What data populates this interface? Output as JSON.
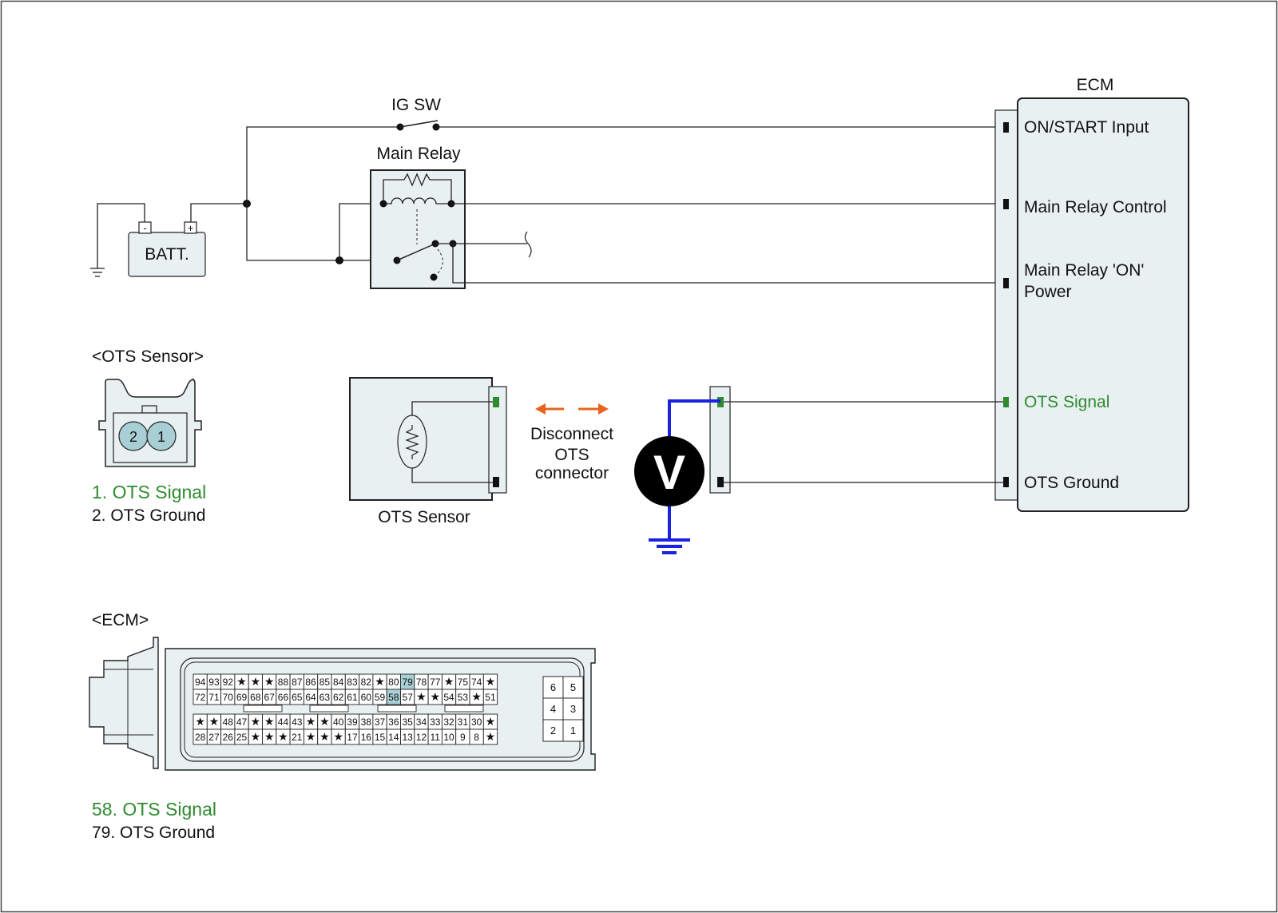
{
  "colors": {
    "signal_green": "#2e8b2e",
    "meter_wire_blue": "#1a22e0",
    "arrow_orange": "#e8641e",
    "box_fill": "#e9f0f2",
    "highlight_pin": "#a9cfd6"
  },
  "labels": {
    "ig_sw": "IG SW",
    "main_relay": "Main Relay",
    "battery": "BATT.",
    "battery_neg": "-",
    "battery_pos": "+",
    "ecm_title": "ECM",
    "ots_sensor_caption": "OTS Sensor",
    "disconnect_line1": "Disconnect",
    "disconnect_line2": "OTS",
    "disconnect_line3": "connector",
    "voltmeter": "V"
  },
  "ecm_pins": [
    {
      "label": "ON/START Input"
    },
    {
      "label": "Main Relay Control"
    },
    {
      "label_line1": "Main Relay 'ON'",
      "label_line2": "Power"
    },
    {
      "label": "OTS Signal"
    },
    {
      "label": "OTS Ground"
    }
  ],
  "ots_connector": {
    "title": "<OTS Sensor>",
    "pin_a": "2",
    "pin_b": "1",
    "legend_signal": "1. OTS Signal",
    "legend_ground": "2. OTS Ground"
  },
  "ecm_connector": {
    "title": "<ECM>",
    "legend_signal": "58. OTS Signal",
    "legend_ground": "79. OTS Ground",
    "highlight": [
      "79",
      "58"
    ],
    "rows": [
      [
        "94",
        "93",
        "92",
        "★",
        "★",
        "★",
        "88",
        "87",
        "86",
        "85",
        "84",
        "83",
        "82",
        "★",
        "80",
        "79",
        "78",
        "77",
        "★",
        "75",
        "74",
        "★"
      ],
      [
        "72",
        "71",
        "70",
        "69",
        "68",
        "67",
        "66",
        "65",
        "64",
        "63",
        "62",
        "61",
        "60",
        "59",
        "58",
        "57",
        "★",
        "★",
        "54",
        "53",
        "★",
        "51"
      ],
      [
        "★",
        "★",
        "48",
        "47",
        "★",
        "★",
        "44",
        "43",
        "★",
        "★",
        "40",
        "39",
        "38",
        "37",
        "36",
        "35",
        "34",
        "33",
        "32",
        "31",
        "30",
        "★"
      ],
      [
        "28",
        "27",
        "26",
        "25",
        "★",
        "★",
        "★",
        "21",
        "★",
        "★",
        "★",
        "17",
        "16",
        "15",
        "14",
        "13",
        "12",
        "11",
        "10",
        "9",
        "8",
        "★"
      ]
    ],
    "side_pins": [
      "6",
      "5",
      "4",
      "3",
      "2",
      "1"
    ]
  }
}
